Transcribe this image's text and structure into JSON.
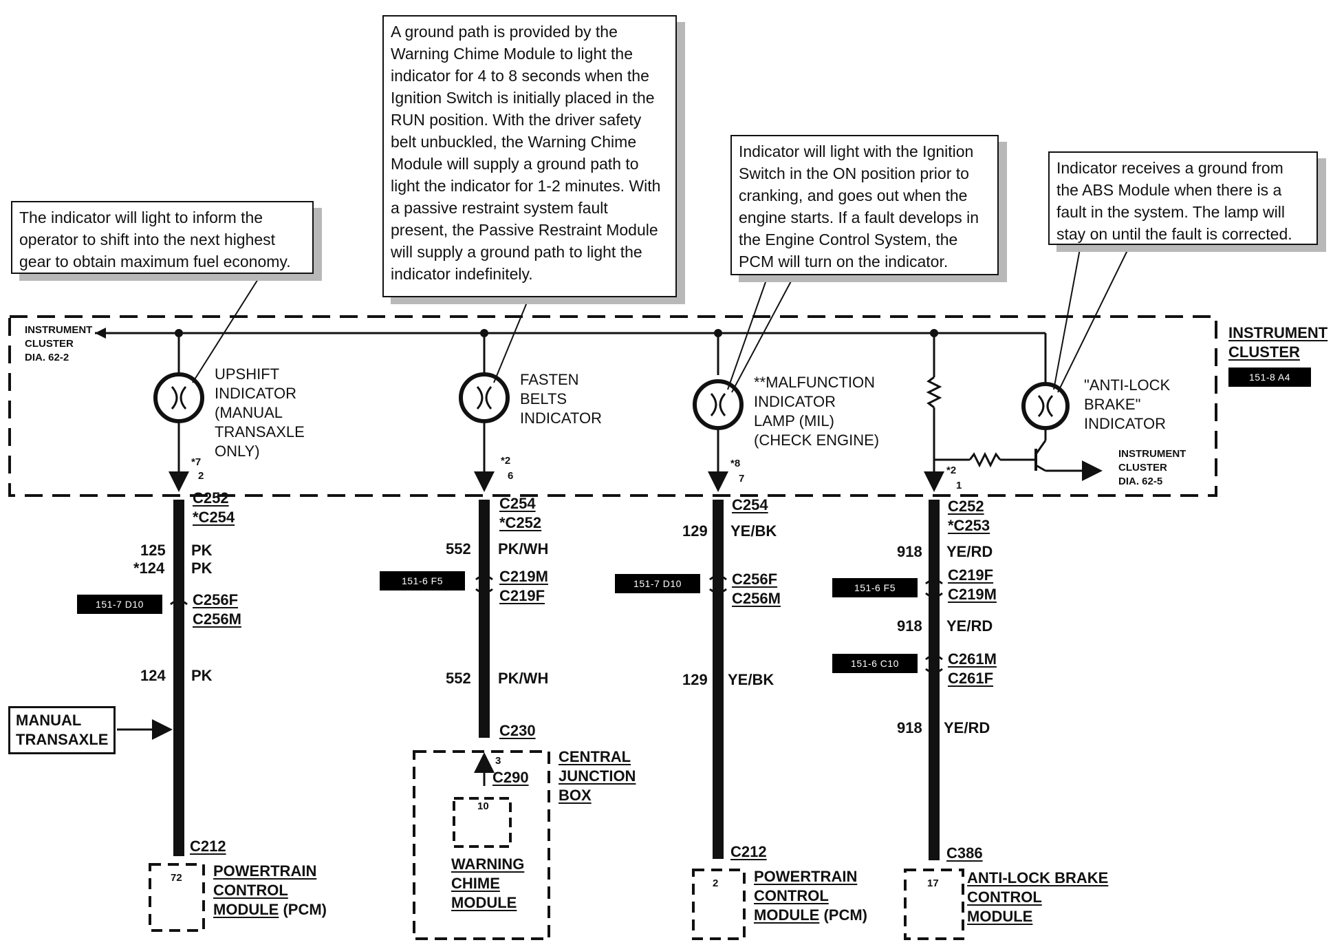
{
  "callouts": {
    "upshift": "The indicator will light to inform the operator to shift into the next highest gear to obtain maximum fuel economy.",
    "fasten_belts": "A ground path is provided by the Warning Chime Module to light the indicator for 4 to 8 seconds when the Ignition Switch is initially placed in the RUN position. With the driver safety belt unbuckled, the Warning Chime Module will supply a ground path to light the indicator for 1-2 minutes. With a passive restraint system fault present, the Passive Restraint Module will supply a ground path to light the indicator indefinitely.",
    "mil": "Indicator will light with the Ignition Switch in the ON position prior to cranking, and goes out when the engine starts. If a fault develops in the Engine Control System, the PCM will turn on the indicator.",
    "abs": "Indicator receives a ground from the ABS Module when there is a fault in the system. The lamp will stay on until the fault is corrected."
  },
  "instrument_cluster": {
    "title_line1": "INSTRUMENT",
    "title_line2": "CLUSTER",
    "ref": "151-8 A4",
    "left_ref_line1": "INSTRUMENT",
    "left_ref_line2": "CLUSTER",
    "left_ref_line3": "DIA. 62-2",
    "right_ref_line1": "INSTRUMENT",
    "right_ref_line2": "CLUSTER",
    "right_ref_line3": "DIA. 62-5"
  },
  "indicators": {
    "upshift": [
      "UPSHIFT",
      "INDICATOR",
      "(MANUAL",
      "TRANSAXLE",
      "ONLY)"
    ],
    "fasten_belts": [
      "FASTEN",
      "BELTS",
      "INDICATOR"
    ],
    "mil": [
      "**MALFUNCTION",
      "INDICATOR",
      "LAMP (MIL)",
      "(CHECK ENGINE)"
    ],
    "abs": [
      "\"ANTI-LOCK",
      "BRAKE\"",
      "INDICATOR"
    ]
  },
  "circuits": {
    "c1": {
      "pin_a": "*7",
      "pin_b": "2",
      "conn1": "C252",
      "conn2": "*C254",
      "wire1_num": "125",
      "wire1_color": "PK",
      "wire2_num": "*124",
      "wire2_color": "PK",
      "inline_ref": "151-7 D10",
      "inline_a": "C256F",
      "inline_b": "C256M",
      "wire3_num": "124",
      "wire3_color": "PK",
      "note": [
        "MANUAL",
        "TRANSAXLE"
      ],
      "end_conn": "C212",
      "end_pin": "72",
      "end_module": [
        "POWERTRAIN",
        "CONTROL",
        "MODULE"
      ],
      "end_suffix": "(PCM)"
    },
    "c2": {
      "pin_a": "*2",
      "pin_b": "6",
      "conn1": "C254",
      "conn2": "*C252",
      "wire1_num": "552",
      "wire1_color": "PK/WH",
      "inline_ref": "151-6 F5",
      "inline_a": "C219M",
      "inline_b": "C219F",
      "wire2_num": "552",
      "wire2_color": "PK/WH",
      "end_conn": "C230",
      "inner_pin": "3",
      "inner_conn": "C290",
      "end_pin": "10",
      "end_module": [
        "WARNING",
        "CHIME",
        "MODULE"
      ],
      "box_label": [
        "CENTRAL",
        "JUNCTION",
        "BOX"
      ]
    },
    "c3": {
      "pin_a": "*8",
      "pin_b": "7",
      "conn1": "C254",
      "wire1_num": "129",
      "wire1_color": "YE/BK",
      "inline_ref": "151-7 D10",
      "inline_a": "C256F",
      "inline_b": "C256M",
      "wire2_num": "129",
      "wire2_color": "YE/BK",
      "end_conn": "C212",
      "end_pin": "2",
      "end_module": [
        "POWERTRAIN",
        "CONTROL",
        "MODULE"
      ],
      "end_suffix": "(PCM)"
    },
    "c4": {
      "pin_a": "*2",
      "pin_b": "1",
      "conn1": "C252",
      "conn2": "*C253",
      "wire1_num": "918",
      "wire1_color": "YE/RD",
      "inline1_ref": "151-6 F5",
      "inline1_a": "C219F",
      "inline1_b": "C219M",
      "wire2_num": "918",
      "wire2_color": "YE/RD",
      "inline2_ref": "151-6 C10",
      "inline2_a": "C261M",
      "inline2_b": "C261F",
      "wire3_num": "918",
      "wire3_color": "YE/RD",
      "end_conn": "C386",
      "end_pin": "17",
      "end_module": [
        "ANTI-LOCK BRAKE",
        "CONTROL",
        "MODULE"
      ]
    }
  }
}
